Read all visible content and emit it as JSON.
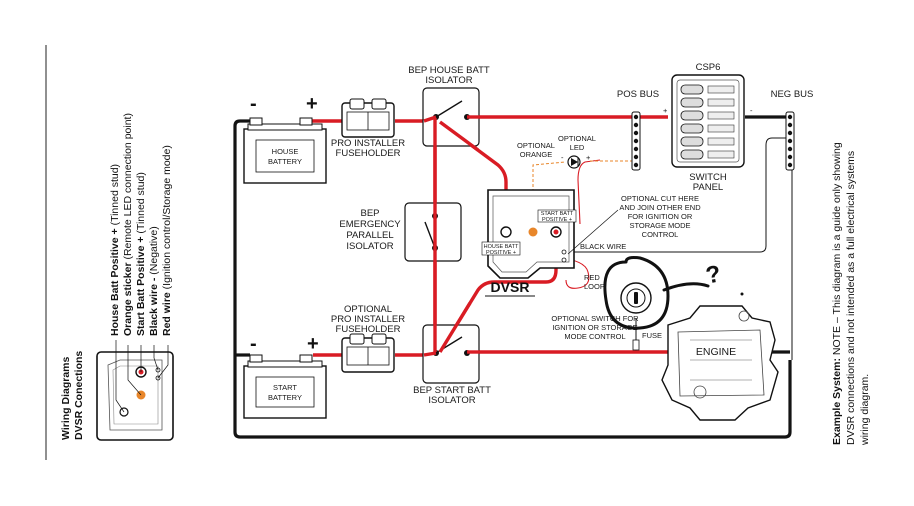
{
  "colors": {
    "red_wire": "#d91c24",
    "black_wire": "#141414",
    "orange": "#e8862a",
    "dashed_orange": "#e8862a",
    "ink": "#111111"
  },
  "left_panel": {
    "title": "Wiring Diagrams",
    "subtitle": "DVSR Conections",
    "legend": [
      {
        "bold": "House Batt Positive +",
        "rest": " (Tinned stud)"
      },
      {
        "bold": "Orange sticker",
        "rest": " (Remote LED connection point)"
      },
      {
        "bold": "Start Batt Positive +",
        "rest": " (Tinned stud)"
      },
      {
        "bold": "Black wire - ",
        "rest": "(Negative)"
      },
      {
        "bold": "Red wire",
        "rest": " (Ignition control/Storage mode)"
      }
    ]
  },
  "right_panel": {
    "line1_bold": "Example System:",
    "line1_rest": " NOTE – This diagram is a guide only showing",
    "line2": "DVSR connections and not intended as a full electrical systems",
    "line3": "wiring diagram."
  },
  "diagram": {
    "house_battery": {
      "line1": "HOUSE",
      "line2": "BATTERY",
      "minus": "-",
      "plus": "+"
    },
    "start_battery": {
      "line1": "START",
      "line2": "BATTERY",
      "minus": "-",
      "plus": "+"
    },
    "pro_fuse_top": {
      "line1": "PRO INSTALLER",
      "line2": "FUSEHOLDER"
    },
    "pro_fuse_bottom": {
      "line0": "OPTIONAL",
      "line1": "PRO INSTALLER",
      "line2": "FUSEHOLDER"
    },
    "house_isolator": {
      "line1": "BEP HOUSE BATT",
      "line2": "ISOLATOR"
    },
    "start_isolator": {
      "line1": "BEP START BATT",
      "line2": "ISOLATOR"
    },
    "emergency_isolator": {
      "line1": "BEP",
      "line2": "EMERGENCY",
      "line3": "PARALLEL",
      "line4": "ISOLATOR"
    },
    "dvsr": {
      "label": "DVSR",
      "house_tag_line1": "HOUSE BATT",
      "house_tag_line2": "POSITIVE +",
      "start_tag_line1": "START BATT",
      "start_tag_line2": "POSITIVE +"
    },
    "led": {
      "line1": "OPTIONAL",
      "line2": "LED",
      "orange_line1": "OPTIONAL",
      "orange_line2": "ORANGE",
      "minus": "-",
      "plus": "+"
    },
    "pos_bus": "POS BUS",
    "neg_bus": "NEG BUS",
    "csp6": "CSP6",
    "switch_panel": {
      "line1": "SWITCH",
      "line2": "PANEL",
      "plus": "+",
      "minus": "-"
    },
    "cut_note": {
      "line1": "OPTIONAL CUT HERE",
      "line2": "AND JOIN OTHER END",
      "line3": "FOR IGNITION OR",
      "line4": "STORAGE MODE",
      "line5": "CONTROL"
    },
    "black_wire": "BLACK WIRE",
    "red_loop": {
      "line1": "RED",
      "line2": "LOOP"
    },
    "switch_note": {
      "line1": "OPTIONAL SWITCH FOR",
      "line2": "IGNITION OR STORAGE",
      "line3": "MODE CONTROL"
    },
    "fuse": "FUSE",
    "engine": "ENGINE",
    "scribble_q": "?"
  }
}
